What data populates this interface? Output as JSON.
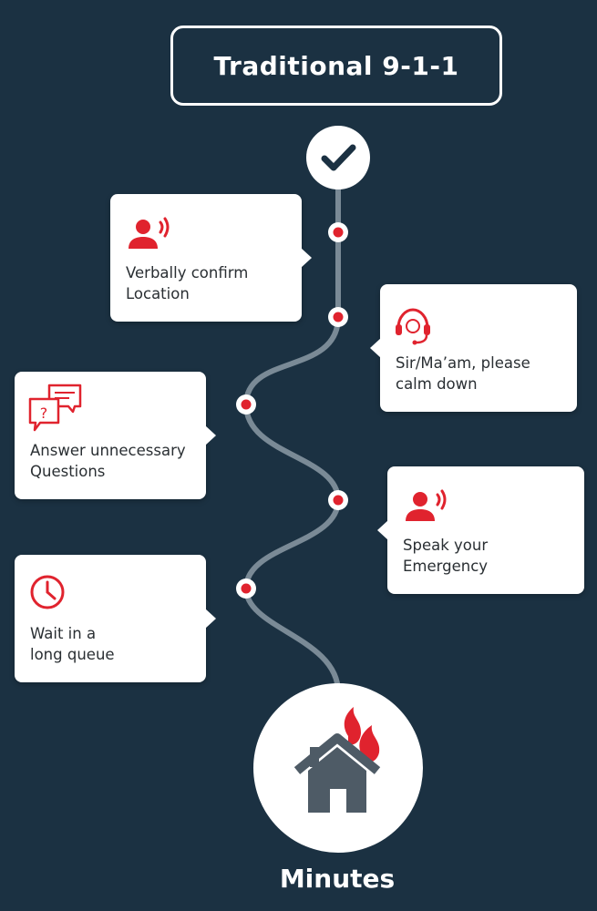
{
  "title": "Traditional 9-1-1",
  "steps": [
    {
      "icon": "person-speaking-icon",
      "line1": "Verbally confirm",
      "line2": "Location"
    },
    {
      "icon": "headset-icon",
      "line1": "Sir/Ma’am, please",
      "line2": "calm down"
    },
    {
      "icon": "chat-bubbles-question-icon",
      "line1": "Answer unnecessary",
      "line2": "Questions"
    },
    {
      "icon": "person-speaking-icon",
      "line1": "Speak your",
      "line2": "Emergency"
    },
    {
      "icon": "clock-icon",
      "line1": "Wait in a",
      "line2": "long queue"
    }
  ],
  "footer": "Minutes",
  "colors": {
    "background": "#1b3142",
    "accent_red": "#e0232e",
    "path_gray": "#7a8a96",
    "house_gray": "#4e5b66",
    "card_text": "#2a2f33"
  }
}
